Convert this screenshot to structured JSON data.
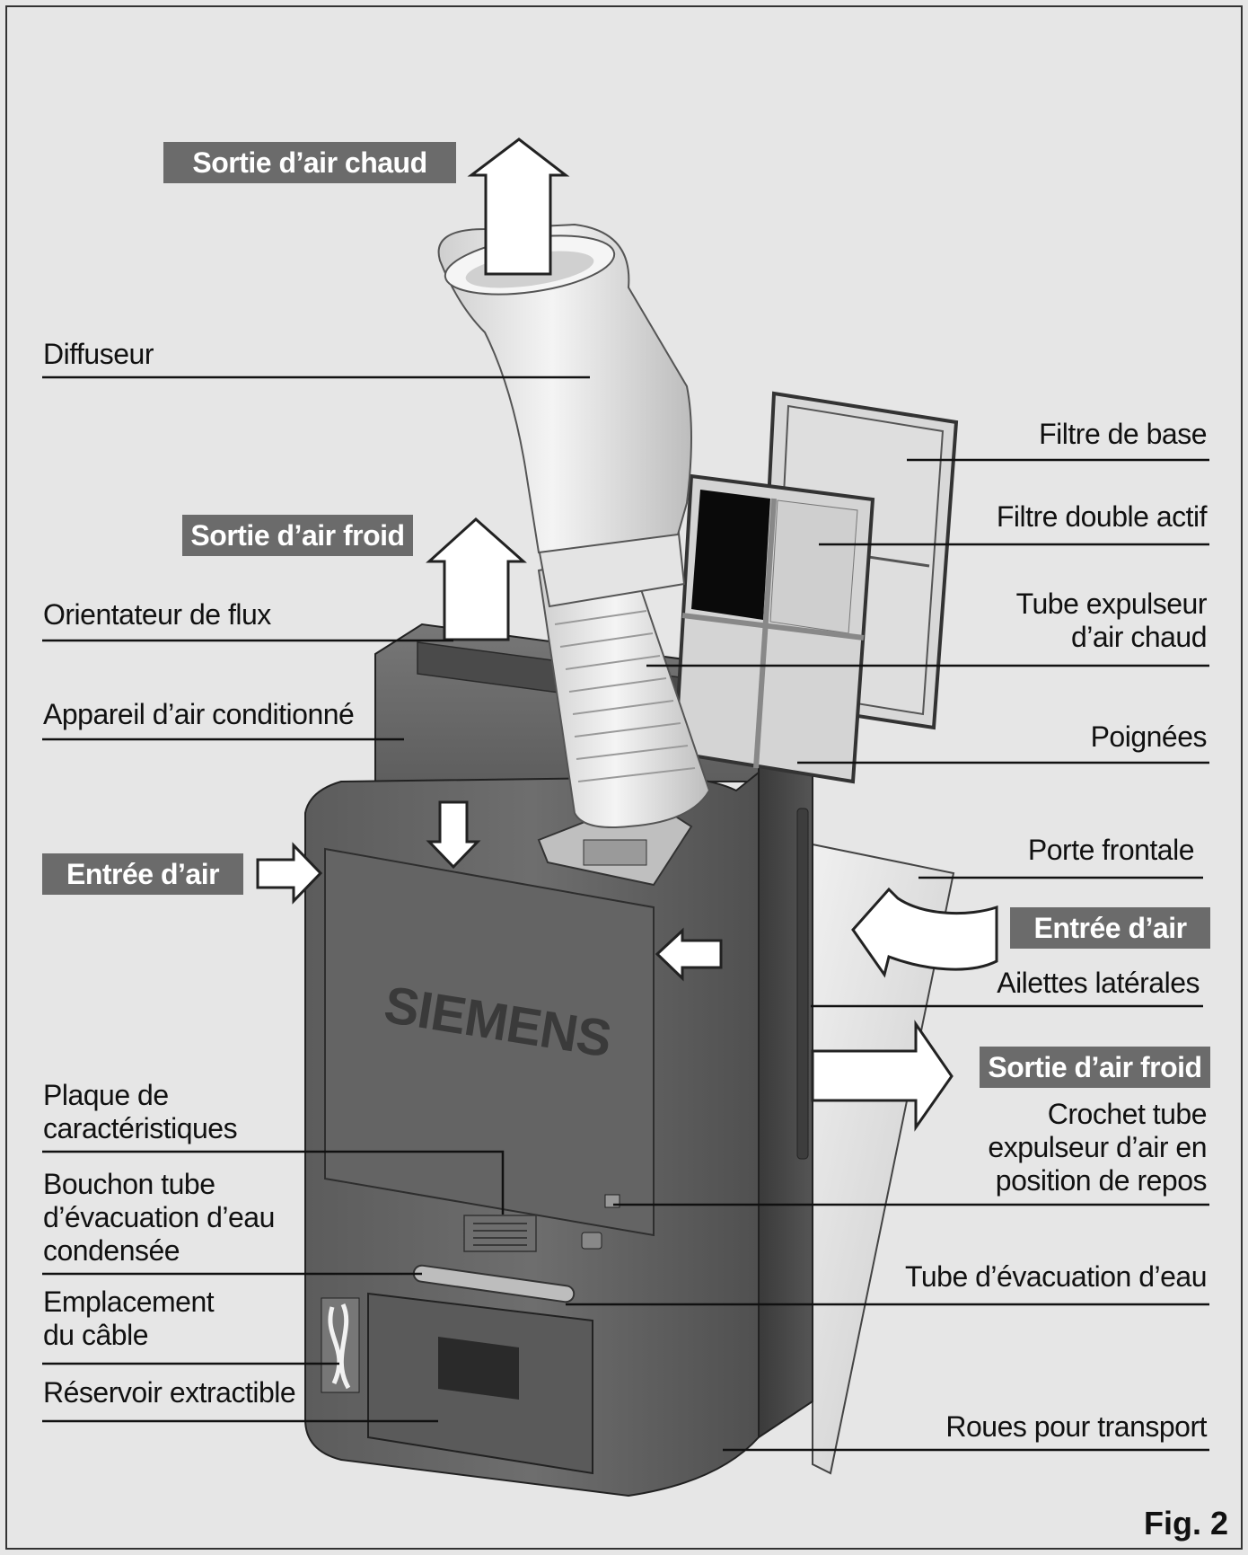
{
  "brand": "SIEMENS",
  "figure_label": "Fig. 2",
  "colors": {
    "background": "#e6e6e6",
    "label_box": "#6b6b6b",
    "unit_body": "#5a5a5a"
  },
  "callouts_left": {
    "diffuseur": "Diffuseur",
    "orientateur": "Orientateur de flux",
    "appareil": "Appareil d’air conditionné",
    "plaque": [
      "Plaque de",
      "caractéristiques"
    ],
    "bouchon": [
      "Bouchon tube",
      "d’évacuation d’eau",
      "condensée"
    ],
    "emplacement": [
      "Emplacement",
      "du câble"
    ],
    "reservoir": "Réservoir extractible"
  },
  "callouts_right": {
    "filtre_base": "Filtre de base",
    "filtre_double": "Filtre double actif",
    "tube_expulseur": [
      "Tube expulseur",
      "d’air chaud"
    ],
    "poignees": "Poignées",
    "porte": "Porte frontale",
    "ailettes": "Ailettes latérales",
    "crochet": [
      "Crochet tube",
      "expulseur d’air en",
      "position de repos"
    ],
    "tube_evacuation": "Tube d’évacuation d’eau",
    "roues": "Roues pour transport"
  },
  "airflow_labels": {
    "sortie_chaud": "Sortie d’air chaud",
    "sortie_froid_top": "Sortie d’air froid",
    "entree_left": "Entrée d’air",
    "entree_right": "Entrée d’air",
    "sortie_froid_right": "Sortie d’air froid"
  }
}
